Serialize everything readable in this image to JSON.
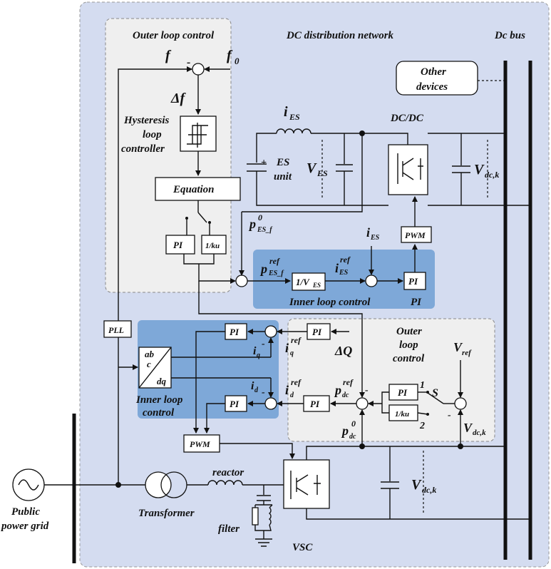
{
  "titles": {
    "outer_loop_top": "Outer loop control",
    "dc_network": "DC distribution network",
    "dc_bus": "Dc bus",
    "inner_loop_es": "Inner loop control",
    "inner_loop_vsc_1": "Inner loop",
    "inner_loop_vsc_2": "control",
    "outer_loop_vsc_1": "Outer",
    "outer_loop_vsc_2": "loop",
    "outer_loop_vsc_3": "control"
  },
  "blocks": {
    "hysteresis_1": "Hysteresis",
    "hysteresis_2": "loop",
    "hysteresis_3": "controller",
    "equation": "Equation",
    "pi": "PI",
    "inv_ku": "1/ku",
    "inv_ves": "1/V",
    "inv_ves_sub": "ES",
    "pwm": "PWM",
    "pll": "PLL",
    "dq_ab": "ab",
    "dq_c": "c",
    "dq_dq": "dq",
    "other_devices_1": "Other",
    "other_devices_2": "devices",
    "pi_standalone": "PI"
  },
  "labels": {
    "f": "f",
    "f0": "f",
    "f0_sub": "0",
    "delta_f": "Δf",
    "ies": "i",
    "ies_sub": "ES",
    "es_unit_1": "ES",
    "es_unit_2": "unit",
    "ves": "V",
    "ves_sub": "ES",
    "dcdc": "DC/DC",
    "vdck": "V",
    "vdck_sub": "dc,k",
    "p0_esf": "p",
    "p0_esf_sup": "0",
    "p0_esf_sub": "ES_f",
    "pref_esf": "p",
    "pref_esf_sup": "ref",
    "pref_esf_sub": "ES_f",
    "iref_es": "i",
    "iref_es_sup": "ref",
    "iref_es_sub": "ES",
    "ies_meas": "i",
    "ies_meas_sub": "ES",
    "iq": "i",
    "iq_sub": "q",
    "iref_q": "i",
    "iref_q_sup": "ref",
    "iref_q_sub": "q",
    "delta_q": "ΔQ",
    "id": "i",
    "id_sub": "d",
    "iref_d": "i",
    "iref_d_sup": "ref",
    "iref_d_sub": "d",
    "pref_dc": "p",
    "pref_dc_sup": "ref",
    "pref_dc_sub": "dc",
    "p0_dc": "p",
    "p0_dc_sup": "0",
    "p0_dc_sub": "dc",
    "vref": "V",
    "vref_sub": "ref",
    "switch_s": "S",
    "switch_1": "1",
    "switch_2": "2",
    "minus": "-",
    "plus": "+",
    "public_grid_1": "Public",
    "public_grid_2": "power grid",
    "transformer": "Transformer",
    "reactor": "reactor",
    "filter": "filter",
    "vsc": "VSC"
  }
}
